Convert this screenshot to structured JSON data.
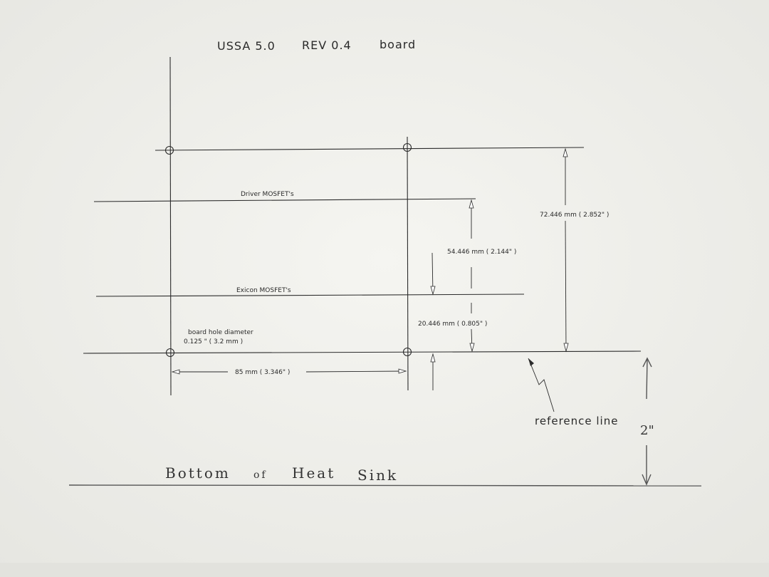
{
  "title": {
    "board": "USSA 5.0",
    "rev": "REV 0.4",
    "suffix": "board"
  },
  "labels": {
    "driver_mosfets": "Driver MOSFET's",
    "exicon_mosfets": "Exicon MOSFET's",
    "board_hole_diameter": "board hole diameter",
    "hole_size": "0.125 \" ( 3.2 mm )",
    "reference_line": "reference line"
  },
  "dimensions": {
    "total_height": "72.446 mm ( 2.852\" )",
    "driver_height": "54.446 mm ( 2.144\" )",
    "exicon_height": "20.446 mm ( 0.805\" )",
    "hole_spacing": "85 mm ( 3.346\" )",
    "heatsink_offset": "2\""
  },
  "handwritten": {
    "bottom": "Bottom",
    "of": "of",
    "heat": "Heat",
    "sink": "Sink"
  },
  "colors": {
    "paper": "#f2f2ee",
    "ink": "#2b2b2b",
    "pencil": "#555555"
  }
}
